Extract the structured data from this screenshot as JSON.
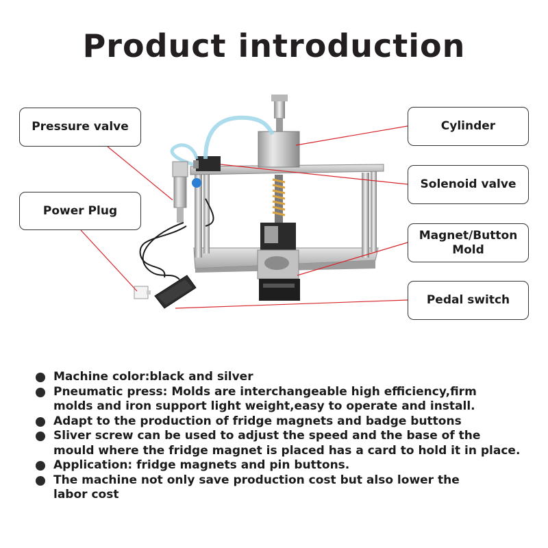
{
  "title": "Product introduction",
  "callouts": {
    "pressure_valve": "Pressure valve",
    "power_plug": "Power Plug",
    "cylinder": "Cylinder",
    "solenoid_valve": "Solenoid valve",
    "magnet_button_mold_line1": "Magnet/Button",
    "magnet_button_mold_line2": "Mold",
    "pedal_switch": "Pedal switch"
  },
  "features": [
    {
      "line1": "Machine color:black and silver"
    },
    {
      "line1": "Pneumatic press: Molds are interchangeable high efficiency,firm",
      "line2": "molds and iron support light weight,easy to operate and install."
    },
    {
      "line1": "Adapt to the production of fridge magnets and badge buttons"
    },
    {
      "line1": "Sliver screw can be used to adjust the speed and the base of the",
      "line2": "mould where the fridge magnet is placed has a card to hold it in place."
    },
    {
      "line1": "Application: fridge magnets and pin buttons."
    },
    {
      "line1": "The machine not only save production cost but also lower the",
      "line2": "labor cost"
    }
  ],
  "colors": {
    "leader_line": "#d6262b",
    "callout_border": "#333333",
    "bullet": "#2a2a2a"
  }
}
